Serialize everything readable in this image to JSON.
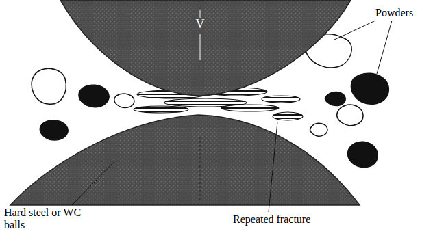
{
  "diagram": {
    "nodes": [
      {
        "text": [
          "V"
        ]
      }
    ],
    "labels": [
      "Powders",
      "Hard steel or WC balls",
      "Repeated fracture"
    ]
  }
}
